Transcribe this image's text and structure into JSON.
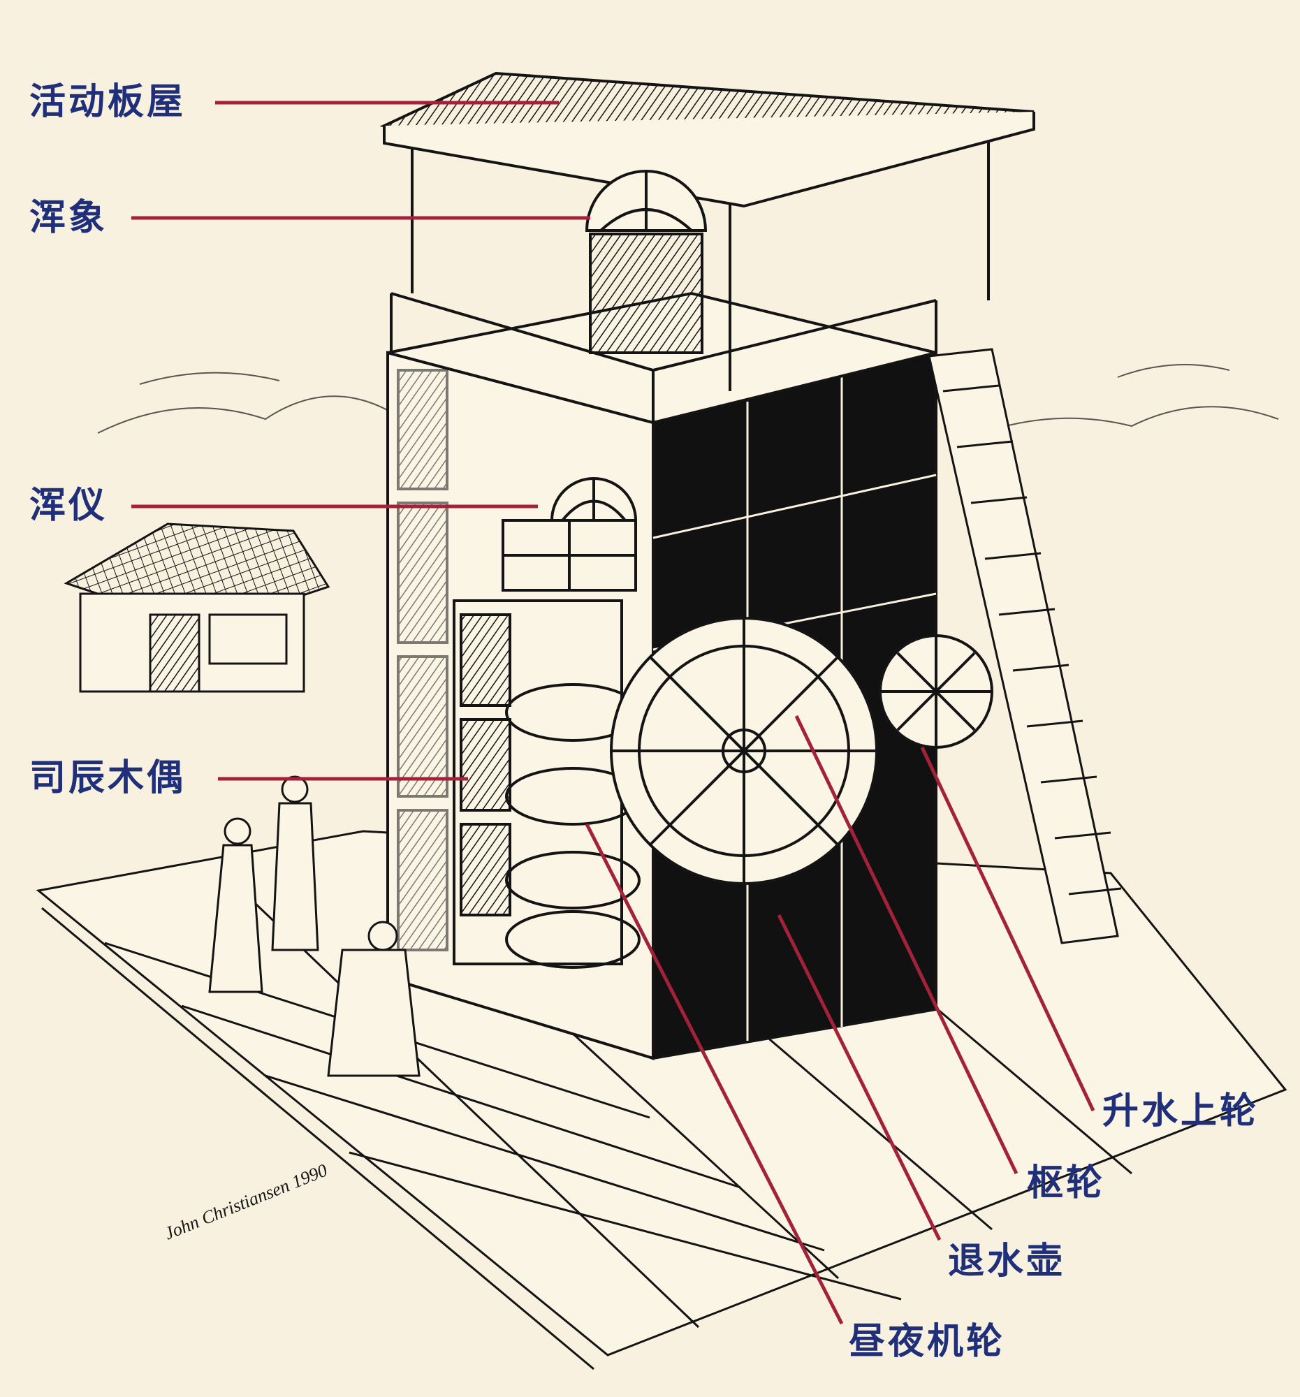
{
  "colors": {
    "paper": "#f8f1df",
    "ink": "#141414",
    "label_text": "#1f2f7a",
    "leader_line": "#a3223a"
  },
  "labels": {
    "movable_roof": "活动板屋",
    "celestial_globe": "浑象",
    "armillary_sphere": "浑仪",
    "time_jacks": "司辰木偶",
    "upper_water_wheel": "升水上轮",
    "pivot_wheel": "枢轮",
    "drain_tank": "退水壶",
    "day_night_wheel": "昼夜机轮"
  },
  "signature": "John Christiansen 1990"
}
